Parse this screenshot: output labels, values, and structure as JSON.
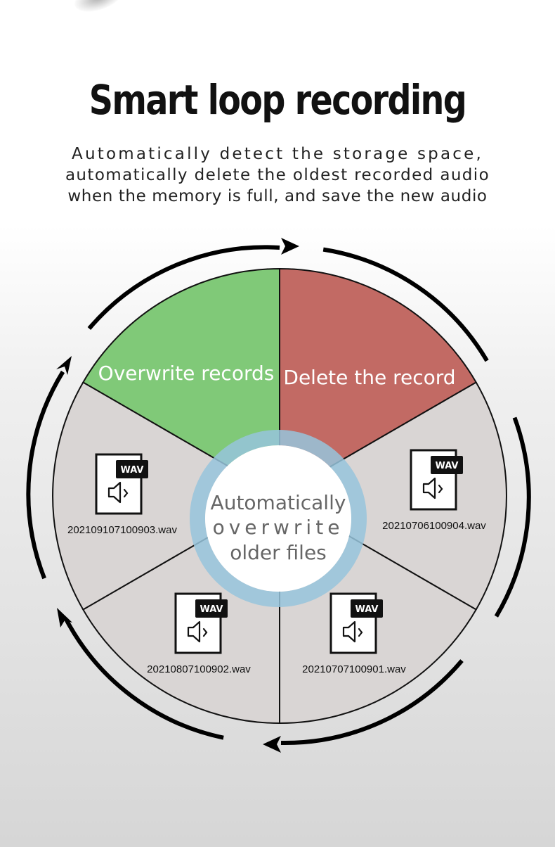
{
  "header": {
    "title": "Smart loop recording",
    "subtitle_lines": [
      "Automatically detect the storage space,",
      "automatically delete the oldest recorded audio",
      "when the memory is full, and save the new audio"
    ]
  },
  "wheel": {
    "segments": [
      {
        "label": "Overwrite records",
        "color": "#80c978"
      },
      {
        "label": "Delete the record",
        "color": "#c26a64"
      }
    ],
    "files": [
      {
        "name": "20210706100904.wav",
        "type": "WAV"
      },
      {
        "name": "20210707100901.wav",
        "type": "WAV"
      },
      {
        "name": "20210807100902.wav",
        "type": "WAV"
      },
      {
        "name": "20210910710090​3.wav",
        "type": "WAV"
      }
    ],
    "center_lines": [
      "Automatically",
      "overwrite",
      "older files"
    ],
    "colors": {
      "file_segment": "#d9d5d4",
      "outline": "#111111",
      "ring": "#96c4dc",
      "arrows": "#000000"
    }
  }
}
